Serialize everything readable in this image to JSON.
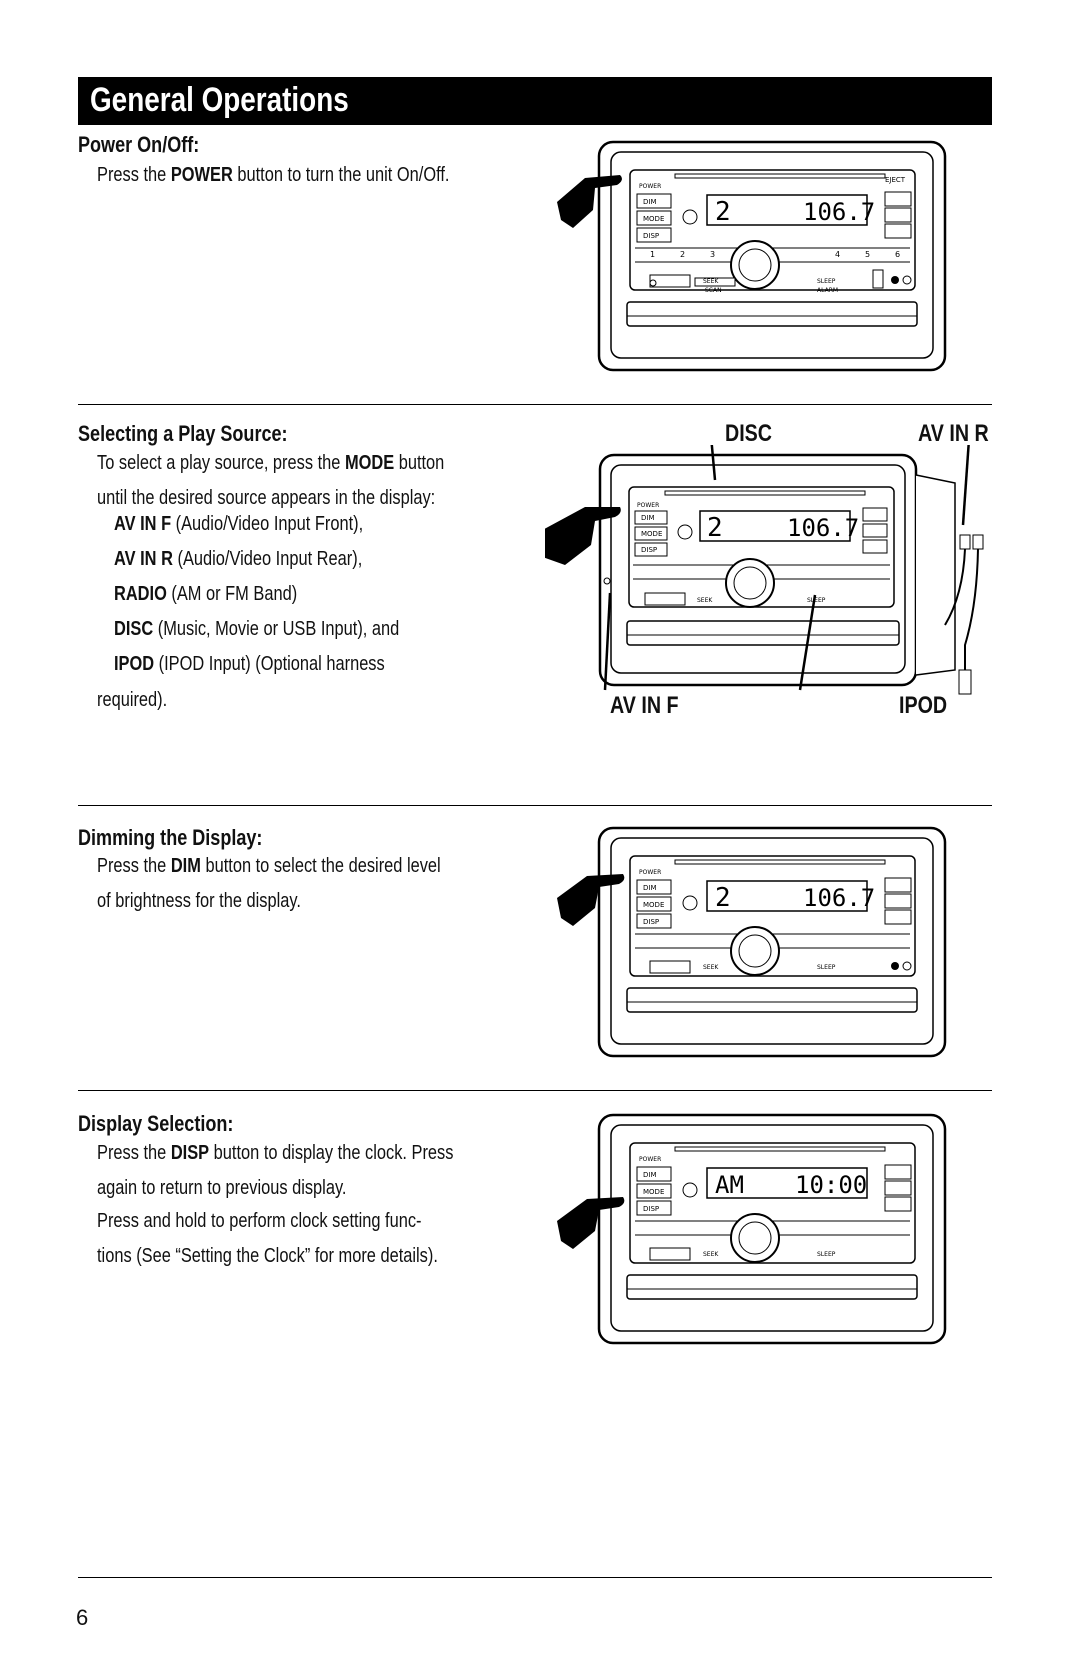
{
  "header": {
    "title": "General Operations"
  },
  "sections": {
    "power": {
      "heading": "Power On/Off:",
      "pre": "Press the ",
      "btn": "POWER",
      "post": " button to turn the unit On/Off."
    },
    "source": {
      "heading": "Selecting a Play Source:",
      "l1_pre": "To select a play source, press the ",
      "l1_btn": "MODE",
      "l1_post": " button",
      "l2": "until the desired source appears in the display:",
      "items": [
        {
          "k": "AV IN F",
          "v": " (Audio/Video Input Front),"
        },
        {
          "k": "AV IN R",
          "v": " (Audio/Video Input Rear),"
        },
        {
          "k": "RADIO",
          "v": " (AM or FM Band)"
        },
        {
          "k": "DISC",
          "v": " (Music, Movie or USB Input), and"
        },
        {
          "k": "IPOD",
          "v": " (IPOD Input) (Optional harness"
        }
      ],
      "tail": "required).",
      "callouts": {
        "disc": "DISC",
        "av_in_r": "AV IN R",
        "av_in_f": "AV IN F",
        "ipod": "IPOD"
      }
    },
    "dim": {
      "heading": "Dimming the Display:",
      "l1_pre": "Press the ",
      "l1_btn": "DIM",
      "l1_post": " button to select the desired level",
      "l2": "of brightness for the display."
    },
    "display": {
      "heading": "Display Selection:",
      "l1_pre": "Press the ",
      "l1_btn": "DISP",
      "l1_post": " button to display the clock. Press",
      "l2": "again to return to previous display.",
      "l3": "Press and hold to perform clock setting func-",
      "l4": "tions (See “Setting the Clock” for more details)."
    }
  },
  "radio": {
    "buttons_left": [
      "DIM",
      "MODE",
      "DISP"
    ],
    "power_label": "POWER",
    "eject": "EJECT",
    "presets": [
      "1",
      "2",
      "3",
      "4",
      "5",
      "6"
    ],
    "seek": "SEEK",
    "scan": "SCAN",
    "sleep": "SLEEP",
    "alarm": "ALARM",
    "lcd_radio": {
      "left": "2",
      "right": "106.7"
    },
    "lcd_clock": {
      "left": "AM",
      "right": "10:00"
    }
  },
  "page_number": "6"
}
